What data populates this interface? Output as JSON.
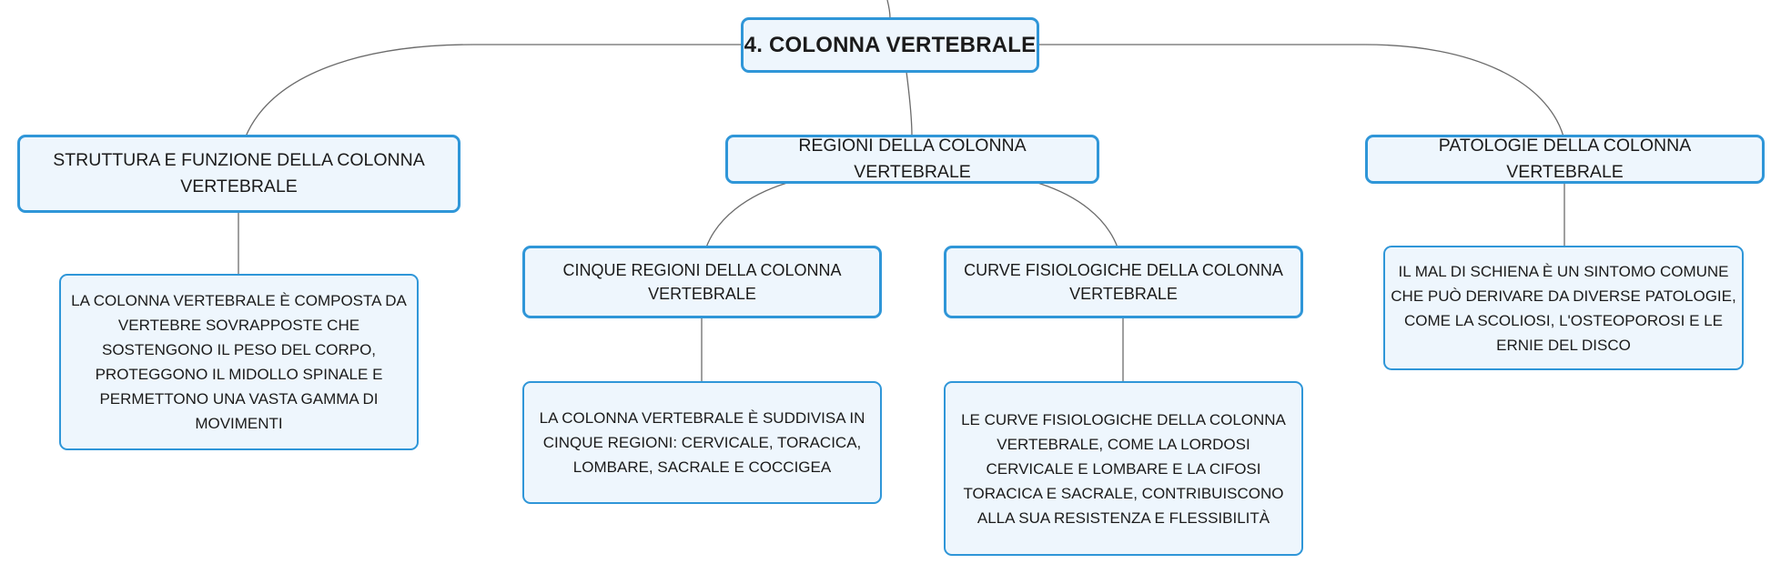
{
  "mindmap": {
    "root": "4. COLONNA VERTEBRALE",
    "branches": [
      {
        "title": "STRUTTURA E FUNZIONE DELLA COLONNA VERTEBRALE",
        "detail": "LA COLONNA VERTEBRALE È COMPOSTA DA VERTEBRE SOVRAPPOSTE CHE SOSTENGONO IL PESO DEL CORPO, PROTEGGONO IL MIDOLLO SPINALE E PERMETTONO UNA VASTA GAMMA DI MOVIMENTI"
      },
      {
        "title": "REGIONI DELLA COLONNA VERTEBRALE",
        "children": [
          {
            "title": "CINQUE REGIONI DELLA COLONNA VERTEBRALE",
            "detail": "LA COLONNA VERTEBRALE È SUDDIVISA IN CINQUE REGIONI: CERVICALE, TORACICA, LOMBARE, SACRALE E COCCIGEA"
          },
          {
            "title": "CURVE FISIOLOGICHE DELLA COLONNA VERTEBRALE",
            "detail": "LE CURVE FISIOLOGICHE DELLA COLONNA VERTEBRALE, COME LA LORDOSI CERVICALE E LOMBARE E LA CIFOSI TORACICA E SACRALE, CONTRIBUISCONO ALLA SUA RESISTENZA E FLESSIBILITÀ"
          }
        ]
      },
      {
        "title": "PATOLOGIE DELLA COLONNA VERTEBRALE",
        "detail": "IL MAL DI SCHIENA È UN SINTOMO COMUNE CHE PUÒ DERIVARE DA DIVERSE PATOLOGIE, COME LA SCOLIOSI, L'OSTEOPOROSI E LE ERNIE DEL DISCO"
      }
    ]
  },
  "colors": {
    "node_border": "#2f96d8",
    "node_fill": "#eef6fd",
    "connector": "#6b6b6b",
    "text": "#1b1b1b"
  }
}
